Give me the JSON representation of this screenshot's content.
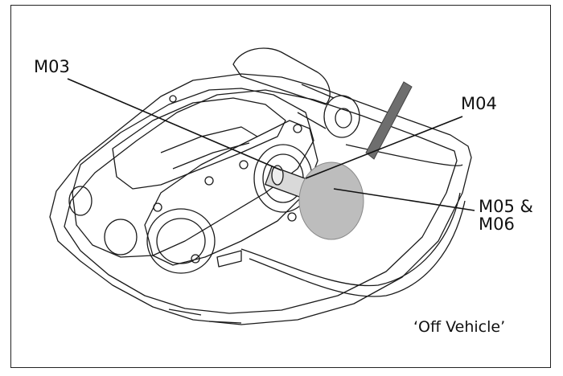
{
  "labels": {
    "m03": "M03",
    "m04": "M04",
    "m05_line1": "M05 &",
    "m05_line2": "M06",
    "off_vehicle": "‘Off Vehicle’"
  },
  "colors": {
    "outline": "#1a1a1a",
    "tool_grey": "#6e6e6e",
    "disc_grey": "#bdbdbd",
    "leader": "#111111"
  }
}
